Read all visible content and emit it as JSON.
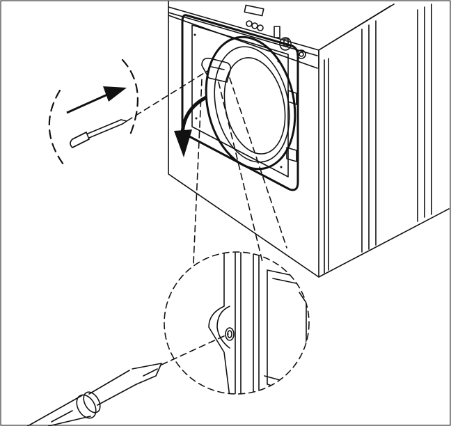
{
  "figure": {
    "icons": {
      "machine": "front-loading-washer",
      "screwdriver": "flat-screwdriver",
      "rotation": "rotate-counterclockwise-arrow",
      "insert": "insert-arrow",
      "detail": "magnified-hinge-detail"
    },
    "colors": {
      "line": "#111111",
      "background": "#ffffff"
    }
  }
}
